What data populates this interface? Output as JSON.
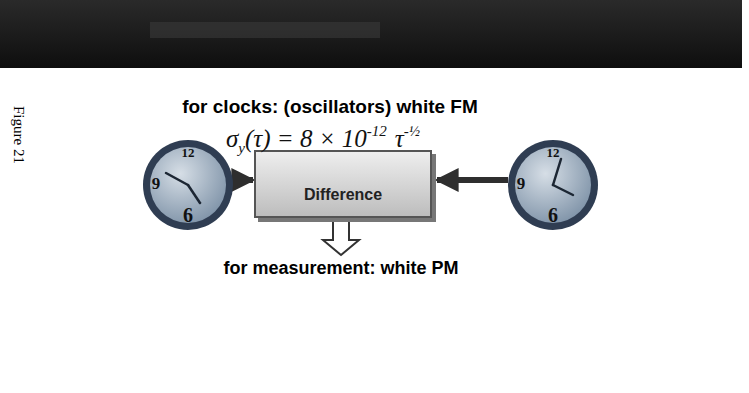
{
  "diagram": {
    "nodes": [
      {
        "text": [
          "12",
          "9",
          "6"
        ]
      },
      {
        "text": [
          "Difference"
        ]
      },
      {
        "text": [
          "12",
          "9",
          "6"
        ]
      }
    ],
    "edges": [
      {
        "from": 0,
        "to": 1,
        "arrow": "to"
      },
      {
        "from": 2,
        "to": 1,
        "arrow": "to"
      }
    ],
    "labels": [
      "for clocks: (oscillators) white FM",
      "σ",
      "y",
      "(τ) = 8 × 10",
      "-12",
      "τ",
      "-½",
      "for measurement: white PM",
      "Figure 21"
    ]
  }
}
